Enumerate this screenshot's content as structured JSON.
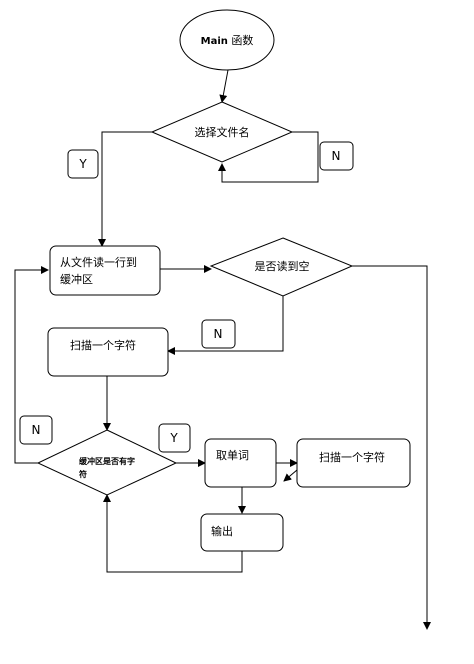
{
  "flowchart": {
    "start": {
      "bold": "Main",
      "rest": " 函数"
    },
    "select_file": "选择文件名",
    "read_line": [
      "从文件读一行到",
      "缓冲区"
    ],
    "is_empty": "是否读到空",
    "scan_char_1": "扫描一个字符",
    "buffer_check": [
      "缓冲区是否有字",
      "符"
    ],
    "get_word": "取单词",
    "scan_char_2": "扫描一个字符",
    "output": "输出",
    "labels": {
      "y_select": "Y",
      "n_select": "N",
      "n_empty": "N",
      "n_buffer": "N",
      "y_buffer": "Y"
    }
  }
}
